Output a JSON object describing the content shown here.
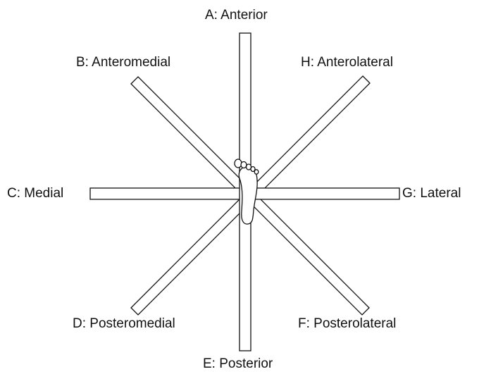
{
  "diagram": {
    "directions": [
      {
        "id": "A",
        "label": "A: Anterior"
      },
      {
        "id": "B",
        "label": "B: Anteromedial"
      },
      {
        "id": "C",
        "label": "C: Medial"
      },
      {
        "id": "D",
        "label": "D: Posteromedial"
      },
      {
        "id": "E",
        "label": "E: Posterior"
      },
      {
        "id": "F",
        "label": "F: Posterolateral"
      },
      {
        "id": "G",
        "label": "G: Lateral"
      },
      {
        "id": "H",
        "label": "H: Anterolateral"
      }
    ],
    "colors": {
      "stroke": "#111111",
      "fill": "#ffffff"
    },
    "center_icon": "foot-icon"
  }
}
